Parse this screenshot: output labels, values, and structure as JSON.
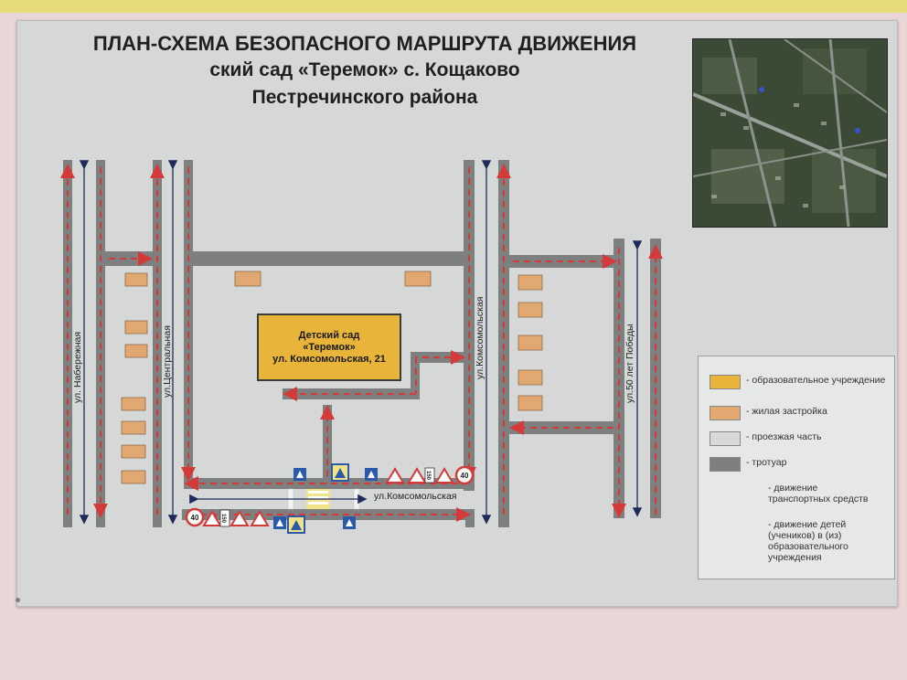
{
  "title": {
    "line1": "ПЛАН-СХЕМА БЕЗОПАСНОГО МАРШРУТА ДВИЖЕНИЯ",
    "line2": "ский сад «Теремок» с. Кощаково",
    "line3": "Пестречинского района"
  },
  "kindergarten": {
    "line1": "Детский сад",
    "line2": "«Теремок»",
    "line3": "ул. Комсомольская, 21"
  },
  "streets": {
    "naberezhnaya": "ул. Набережная",
    "centralnaya": "ул.Центральная",
    "komsomolskaya_vertical": "ул.Комсомольская",
    "komsomolskaya_horizontal": "ул.Комсомольская",
    "pobedy": "ул.50 лет Победы"
  },
  "signs": {
    "speed_limit": "40",
    "distance_plate": "150"
  },
  "legend": {
    "items": [
      {
        "text": "- образовательное учреждение",
        "swatch": "#e8b43a"
      },
      {
        "text": "- жилая застройка",
        "swatch": "#e2a872"
      },
      {
        "text": "- проезжая часть",
        "swatch": "#d8dada"
      },
      {
        "text": "- тротуар",
        "swatch": "#7d807f"
      },
      {
        "text": "- движение транспортных средств",
        "swatch": "arrow-vehicle-icon"
      },
      {
        "text": "- движение детей (учеников) в (из) образовательного учреждения",
        "swatch": "arrow-children-icon"
      }
    ]
  },
  "colors": {
    "sidewalk": "#7d807f",
    "residential": "#e2a872",
    "school": "#e8b43a",
    "children_route": "#d43a3a",
    "vehicle_route": "#1f2a5a",
    "sign_blue": "#2b5aa8"
  }
}
